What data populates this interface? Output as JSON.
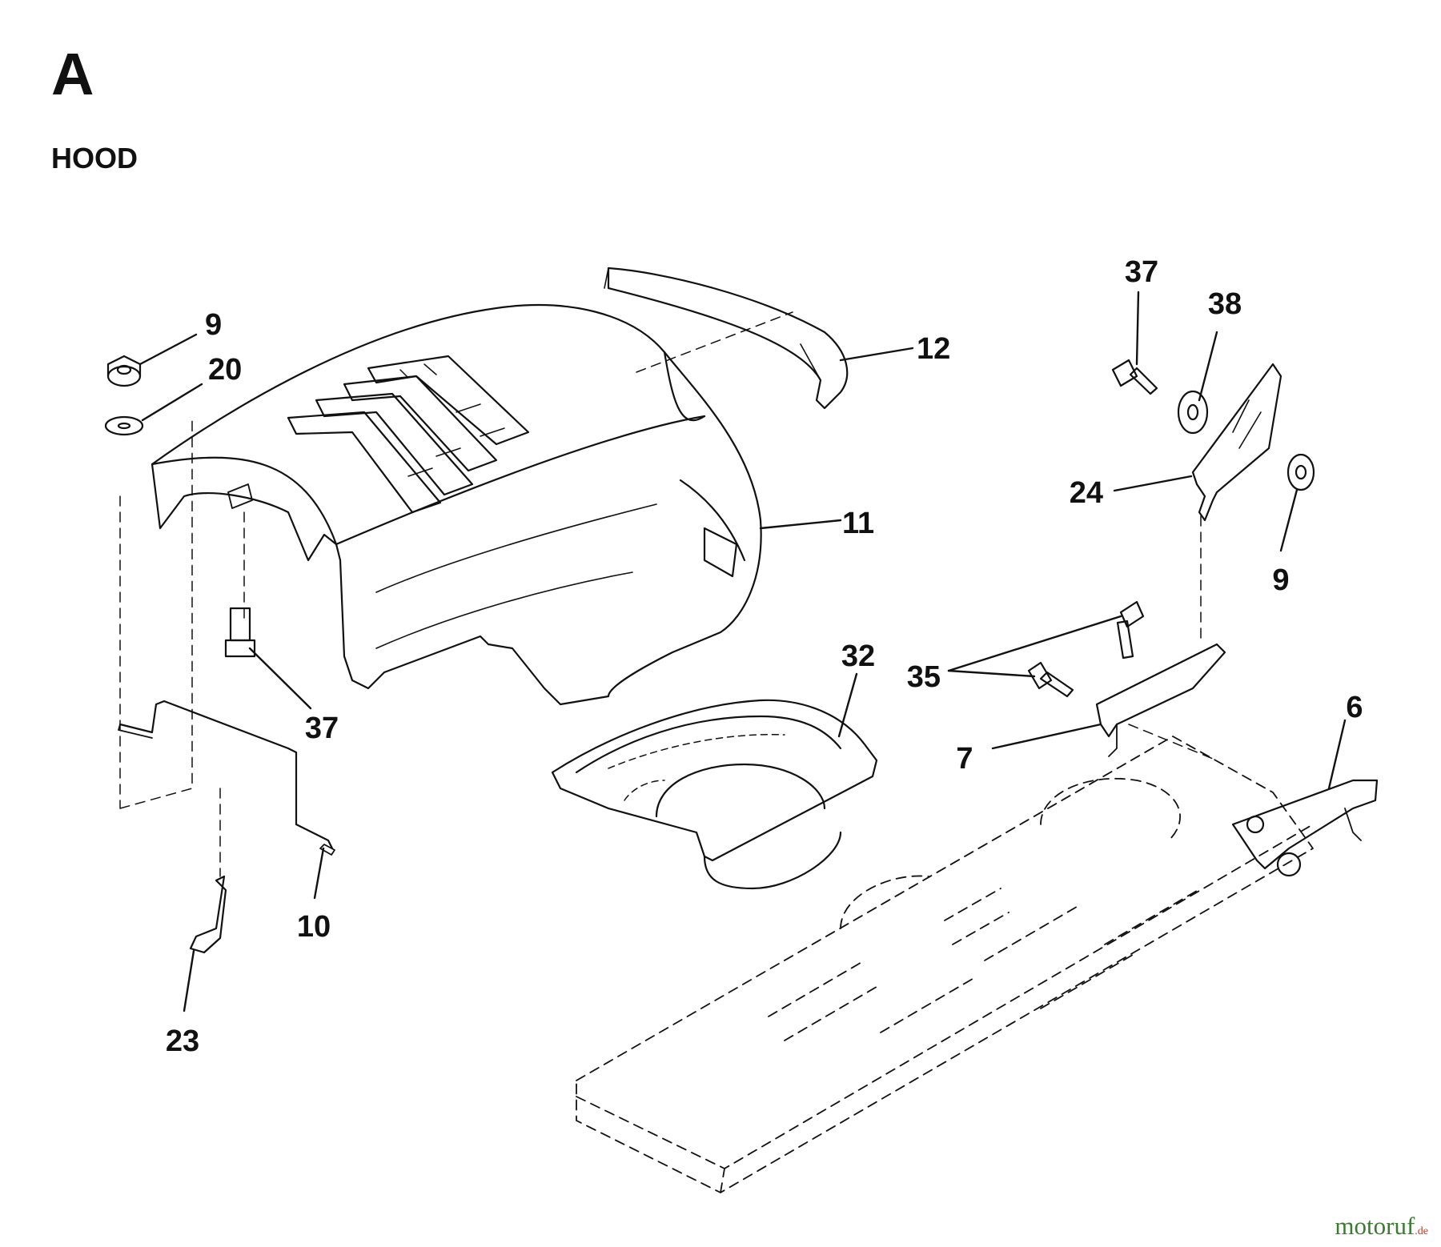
{
  "header": {
    "section_letter": "A",
    "title": "HOOD"
  },
  "callouts": [
    "9",
    "20",
    "12",
    "37",
    "38",
    "24",
    "9",
    "11",
    "32",
    "35",
    "37",
    "7",
    "6",
    "10",
    "23"
  ],
  "watermark": {
    "main": "motoruf",
    "tld": ".de"
  }
}
